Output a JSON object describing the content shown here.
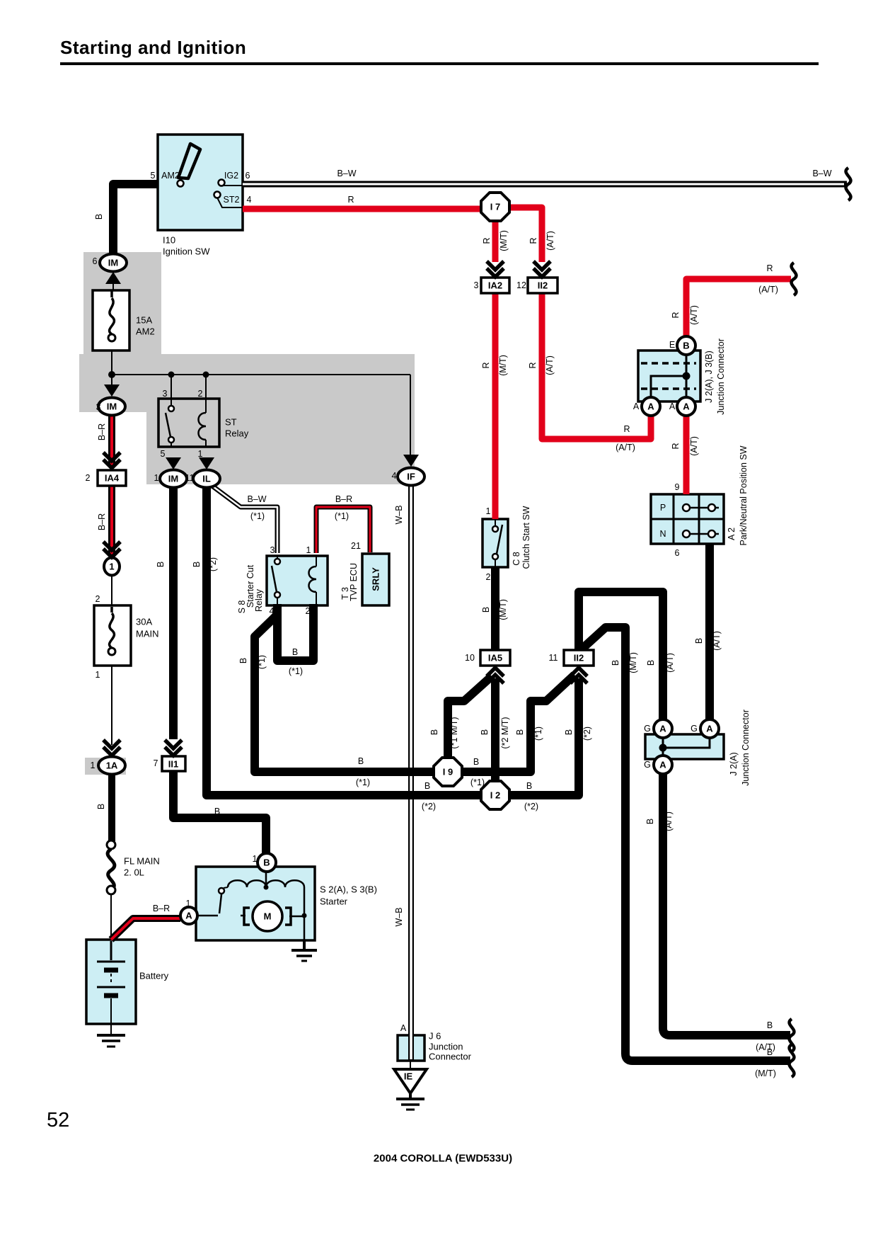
{
  "title": "Starting and Ignition",
  "page_number": "52",
  "footer": "2004 COROLLA (EWD533U)",
  "colors": {
    "wire_red": "#e2001a",
    "component_fill": "#cdeef4",
    "shade_gray": "#c9c9c9"
  },
  "wire": {
    "B": "B",
    "BW": "B–W",
    "BR": "B–R",
    "R": "R",
    "WB": "W–B"
  },
  "remark": {
    "MT": "(M/T)",
    "AT": "(A/T)",
    "S1": "(*1)",
    "S2": "(*2)",
    "S1MT": "(*1 M/T)",
    "S2MT": "(*2 M/T)"
  },
  "pin": {
    "p1": "1",
    "p2": "2",
    "p3": "3",
    "p4": "4",
    "p5": "5",
    "p6": "6",
    "p7": "7",
    "p9": "9",
    "p10": "10",
    "p11": "11",
    "p12": "12",
    "p21": "21",
    "pA": "A"
  },
  "terminal": {
    "A": "A",
    "B": "B",
    "M": "M",
    "E": "E",
    "G": "G",
    "IE": "IE"
  },
  "connector": {
    "IM": "IM",
    "IL": "IL",
    "IF": "IF",
    "IA2": "IA2",
    "IA4": "IA4",
    "IA5": "IA5",
    "II1": "II1",
    "II2": "II2",
    "C1A": "1A",
    "C1": "1"
  },
  "node": {
    "I7": "I 7",
    "I9": "I 9",
    "I2": "I 2"
  },
  "components": {
    "ignition": {
      "id": "I10",
      "name": "Ignition SW",
      "am2": "AM2",
      "ig2": "IG2",
      "st2": "ST2"
    },
    "fuse_am2": {
      "rating": "15A",
      "name": "AM2"
    },
    "fuse_main": {
      "rating": "30A",
      "name": "MAIN"
    },
    "st_relay": {
      "id": "ST",
      "name": "Relay"
    },
    "starter_cut_relay": {
      "id": "S 8",
      "name1": "Starter Cut",
      "name2": "Relay"
    },
    "tvp_ecu": {
      "id": "T 3",
      "name": "TVP ECU",
      "srly": "SRLY"
    },
    "clutch_start_sw": {
      "id": "C 8",
      "name": "Clutch Start SW"
    },
    "pnp_sw": {
      "id": "A 2",
      "name": "Park/Neutral Position SW",
      "p": "P",
      "n": "N"
    },
    "junction_upper": {
      "id": "J 2(A), J 3(B)",
      "name": "Junction Connector"
    },
    "junction_lower": {
      "id": "J 2(A)",
      "name": "Junction Connector"
    },
    "j6": {
      "id": "J 6",
      "name1": "Junction",
      "name2": "Connector"
    },
    "starter": {
      "id": "S 2(A), S 3(B)",
      "name": "Starter"
    },
    "battery": {
      "name": "Battery"
    },
    "fl_main": {
      "name1": "FL MAIN",
      "name2": "2. 0L"
    }
  }
}
